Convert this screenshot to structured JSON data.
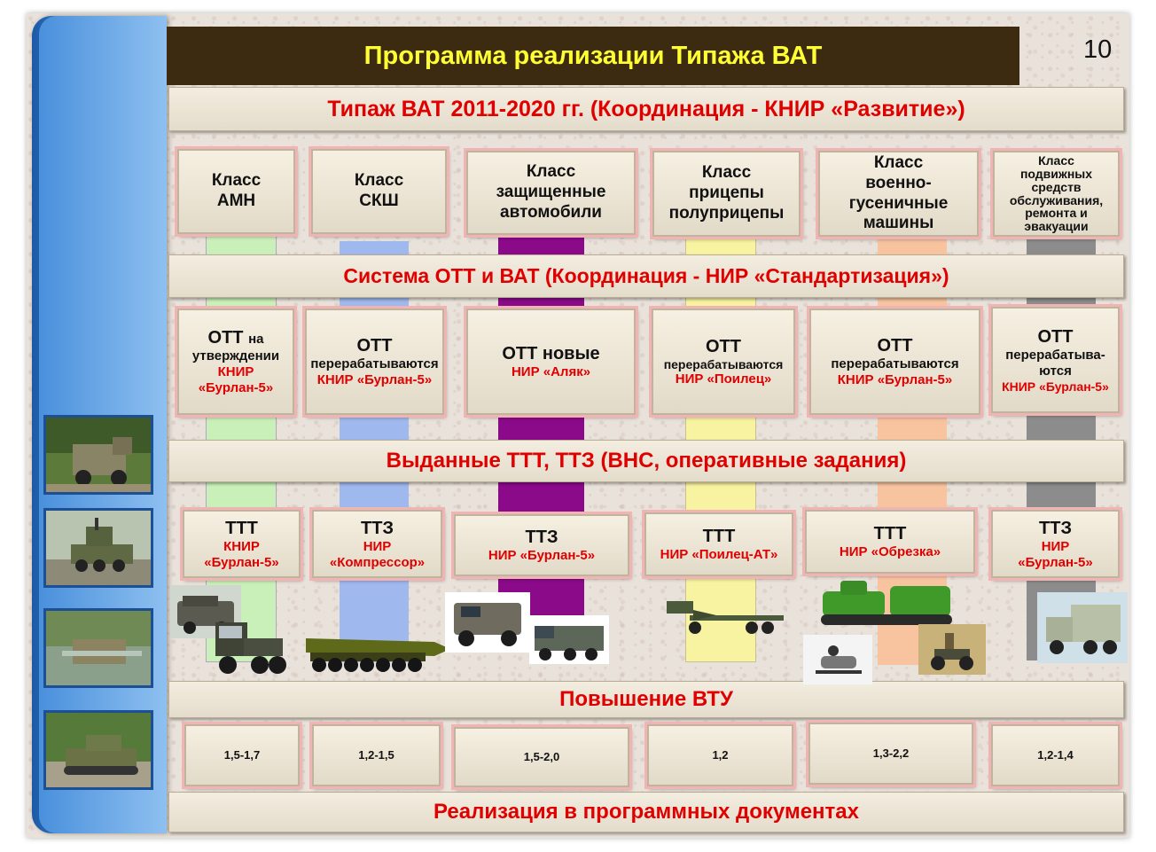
{
  "title": "Программа реализации Типажа ВАТ",
  "page_number": "10",
  "bars": {
    "typage": "Типаж ВАТ 2011-2020 гг. (Координация - КНИР «Развитие»)",
    "system": "Система ОТТ и ВАТ (Координация - НИР «Стандартизация»)",
    "issued": "Выданные ТТТ, ТТЗ (ВНС, оперативные задания)",
    "vtu": "Повышение ВТУ",
    "realization": "Реализация в программных документах"
  },
  "classes": [
    {
      "line1": "Класс",
      "line2": "АМН"
    },
    {
      "line1": "Класс",
      "line2": "СКШ"
    },
    {
      "line1": "Класс",
      "line2": "защищенные автомобили"
    },
    {
      "line1": "Класс",
      "line2": "прицепы полуприцепы"
    },
    {
      "line1": "Класс",
      "line2": "военно-гусеничные машины"
    },
    {
      "line1": "Класс",
      "line2": "подвижных средств обслуживания, ремонта и эвакуации"
    }
  ],
  "ott": [
    {
      "head": "ОТТ",
      "head_suffix": "на",
      "sub": "утверждении",
      "red": "КНИР «Бурлан-5»"
    },
    {
      "head": "ОТТ",
      "head_suffix": "",
      "sub": "перерабатываются",
      "red": "КНИР «Бурлан-5»"
    },
    {
      "head": "ОТТ новые",
      "head_suffix": "",
      "sub": "",
      "red": "НИР «Аляк»"
    },
    {
      "head": "ОТТ",
      "head_suffix": "",
      "sub": "перерабатываются",
      "red": "НИР «Поилец»"
    },
    {
      "head": "ОТТ",
      "head_suffix": "",
      "sub": "перерабатываются",
      "red": "КНИР «Бурлан-5»"
    },
    {
      "head": "ОТТ",
      "head_suffix": "",
      "sub": "перерабатыва-ются",
      "red": "КНИР «Бурлан-5»"
    }
  ],
  "ttt": [
    {
      "head": "ТТТ",
      "red": "КНИР «Бурлан-5»"
    },
    {
      "head": "ТТЗ",
      "red": "НИР «Компрессор»"
    },
    {
      "head": "ТТЗ",
      "red": "НИР «Бурлан-5»"
    },
    {
      "head": "ТТТ",
      "red": "НИР «Поилец-АТ»"
    },
    {
      "head": "ТТТ",
      "red": "НИР «Обрезка»"
    },
    {
      "head": "ТТЗ",
      "red": "НИР «Бурлан-5»"
    }
  ],
  "vtu_values": [
    "1,5-1,7",
    "1,2-1,5",
    "1,5-2,0",
    "1,2",
    "1,3-2,2",
    "1,2-1,4"
  ],
  "colors": {
    "stripe_1": "#c9f0b8",
    "stripe_2": "#9fb8ee",
    "stripe_3": "#8a0a8a",
    "stripe_4": "#f8f3a0",
    "stripe_5": "#f8c4a0",
    "stripe_6": "#8c8c8c",
    "title_bg": "#3c2b10",
    "title_text": "#ffff33",
    "accent_red": "#e00000"
  },
  "icons": [
    "armored-truck-icon",
    "air-defense-vehicle-icon",
    "amphibious-vehicle-icon",
    "tracked-vehicle-icon"
  ]
}
